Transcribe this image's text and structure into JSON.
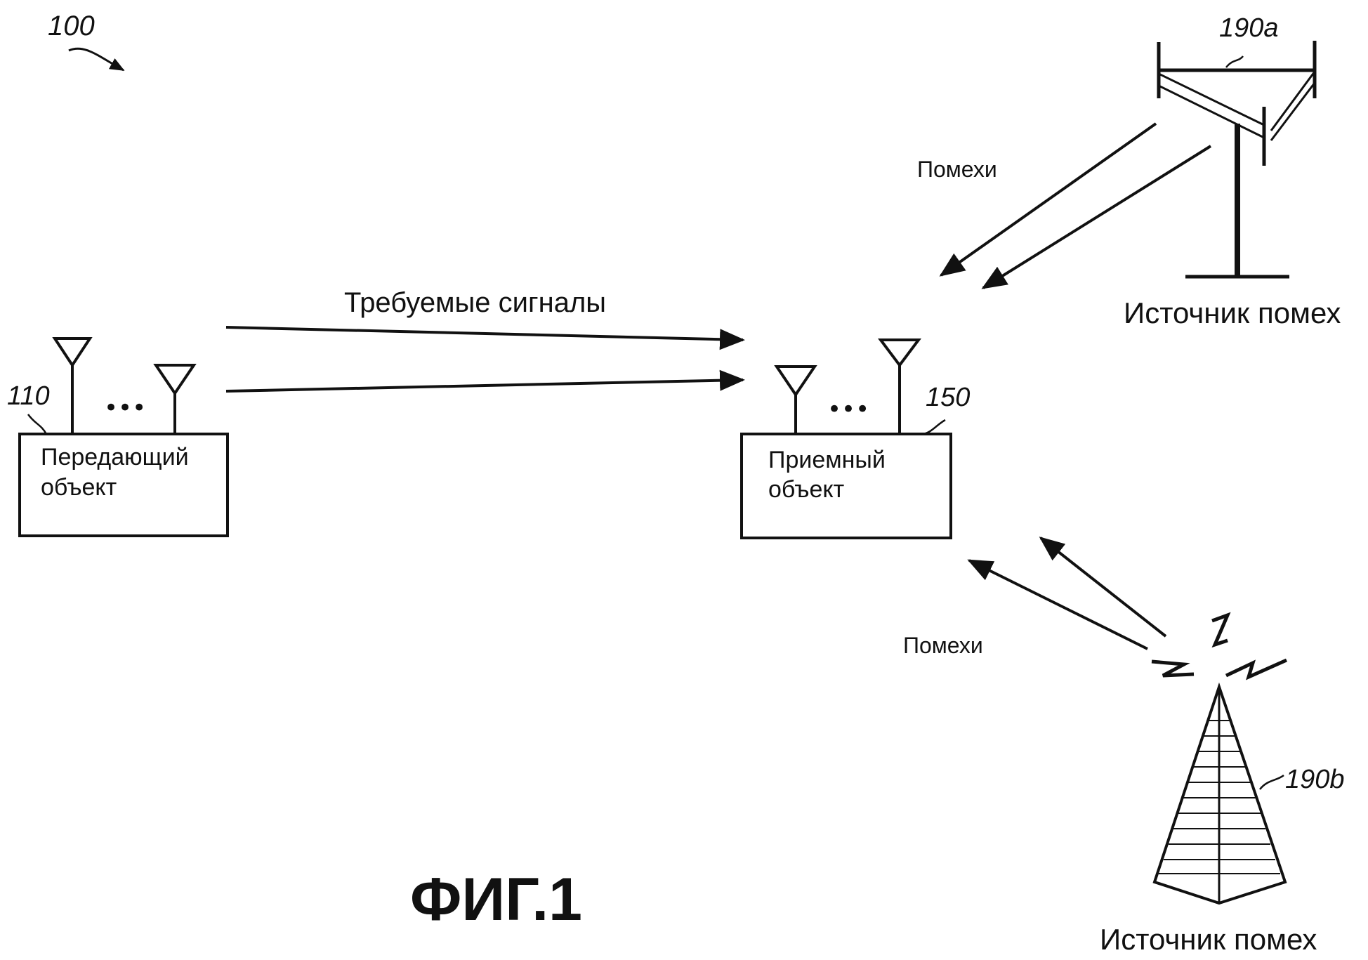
{
  "figure": {
    "ref_number": "100",
    "caption": "ФИГ.1",
    "arrow_signals_label": "Требуемые сигналы",
    "interference_label_top": "Помехи",
    "interference_label_bottom": "Помехи"
  },
  "transmitter": {
    "ref": "110",
    "label_line1": "Передающий",
    "label_line2": "объект",
    "ellipsis": "•••"
  },
  "receiver": {
    "ref": "150",
    "label_line1": "Приемный",
    "label_line2": "объект",
    "ellipsis": "•••"
  },
  "interferer_a": {
    "ref": "190a",
    "label": "Источник помех"
  },
  "interferer_b": {
    "ref": "190b",
    "label": "Источник помех"
  }
}
